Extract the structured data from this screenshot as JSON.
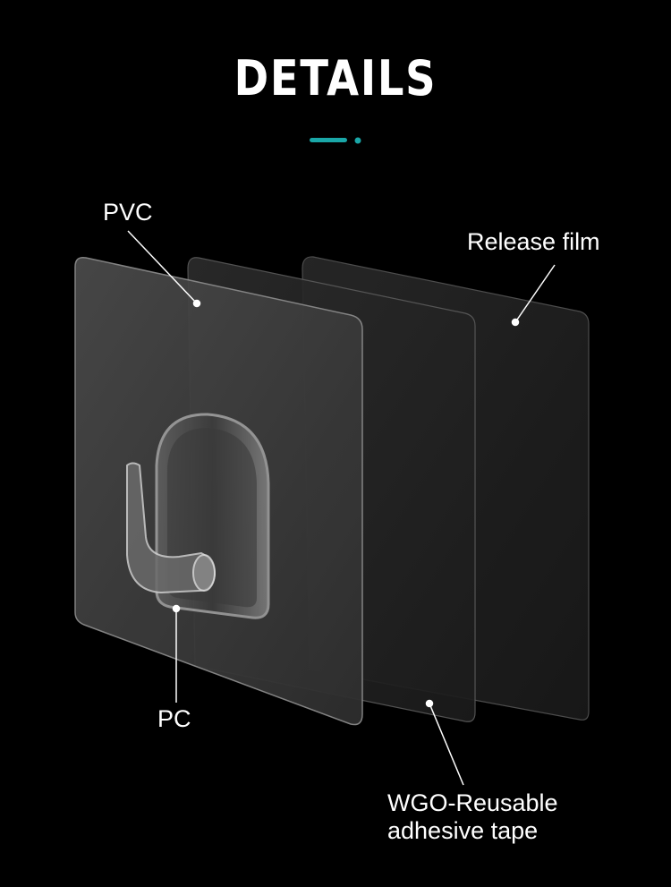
{
  "title": "DETAILS",
  "accent_color": "#1aa7a8",
  "labels": {
    "pvc": "PVC",
    "release_film": "Release film",
    "pc": "PC",
    "tape_line1": "WGO-Reusable",
    "tape_line2": "adhesive tape"
  }
}
